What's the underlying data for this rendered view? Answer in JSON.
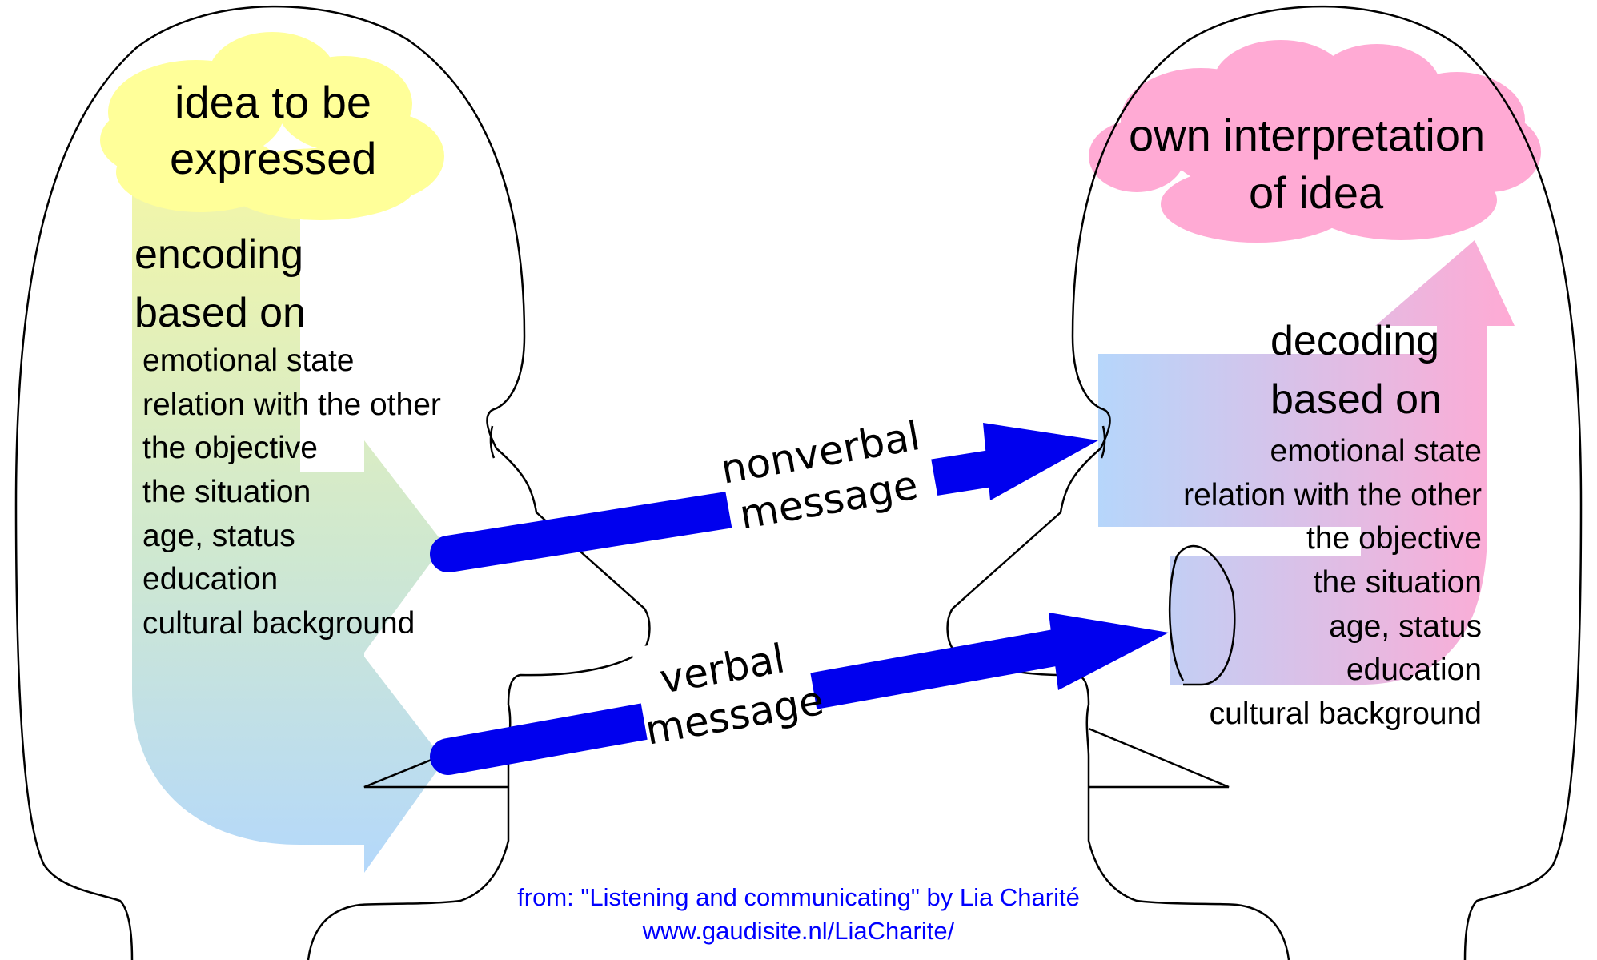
{
  "sender": {
    "idea_line1": "idea to be",
    "idea_line2": "expressed",
    "encoding_line1": "encoding",
    "encoding_line2": "based on",
    "factors": [
      "emotional state",
      "relation with the other",
      "the objective",
      "the situation",
      "age, status",
      "education",
      "cultural background"
    ]
  },
  "receiver": {
    "interpretation_line1": "own interpretation",
    "interpretation_line2": "of idea",
    "decoding_line1": "decoding",
    "decoding_line2": "based on",
    "factors": [
      "emotional state",
      "relation with the other",
      "the objective",
      "the situation",
      "age, status",
      "education",
      "cultural background"
    ]
  },
  "messages": {
    "nonverbal_line1": "nonverbal",
    "nonverbal_line2": "message",
    "verbal_line1": "verbal",
    "verbal_line2": "message"
  },
  "credit": {
    "line1": "from: \"Listening and communicating\" by Lia Charité",
    "line2": "www.gaudisite.nl/LiaCharite/"
  },
  "colors": {
    "arrow_blue": "#0000ee",
    "idea_cloud": "#ffff99",
    "interpretation_cloud": "#ffaad4",
    "credit_text": "#0000ff"
  }
}
